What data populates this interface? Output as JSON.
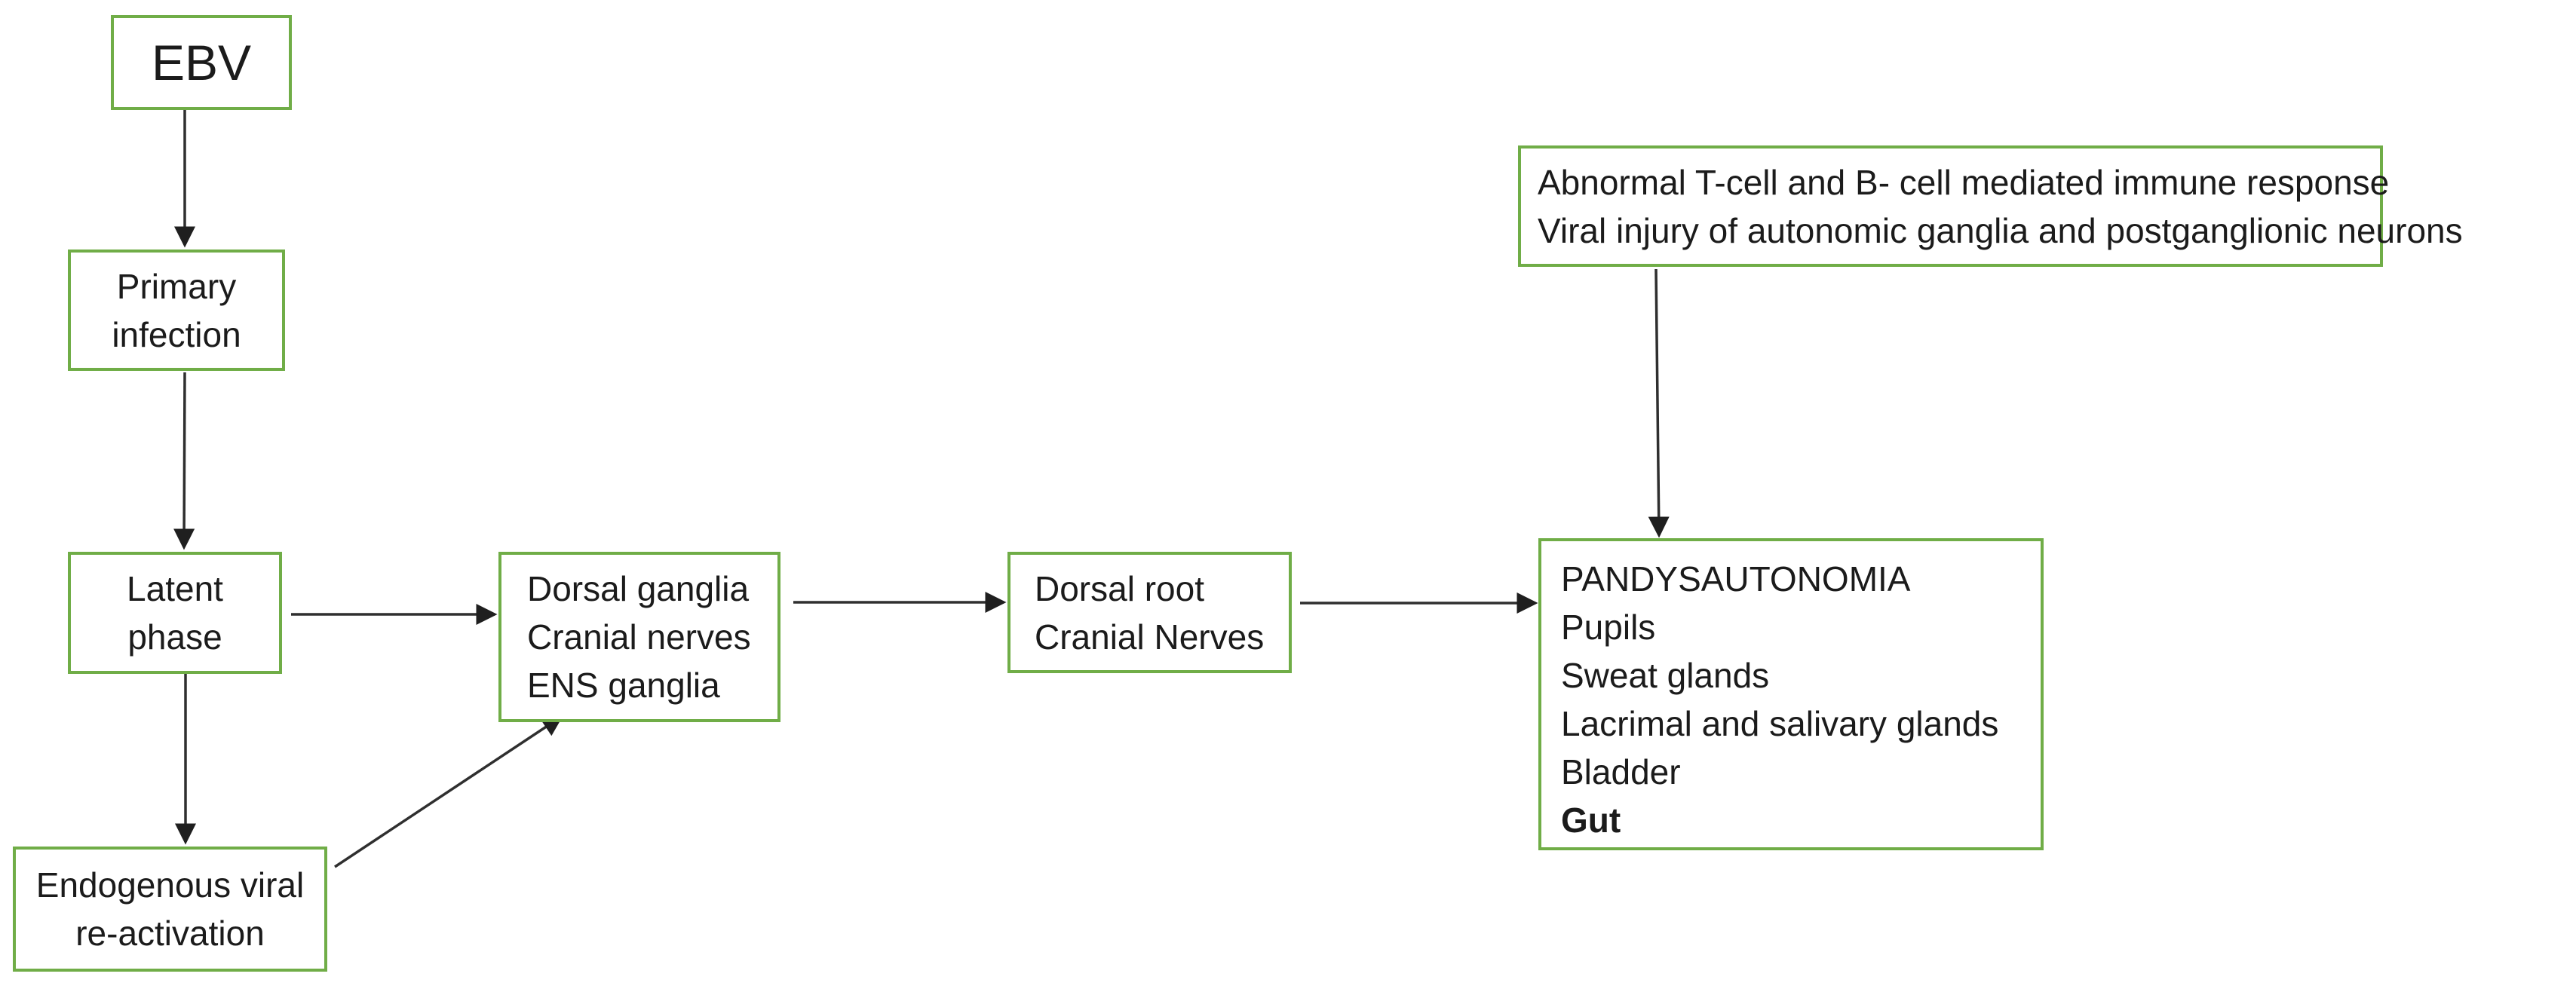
{
  "diagram_title": "EBV to pandysautonomia pathway flowchart",
  "colors": {
    "box_border": "#70ad47",
    "box_fill": "#ffffff",
    "arrow": "#2f2f2f",
    "text": "#1b1b1b",
    "background": "#ffffff"
  },
  "nodes": {
    "ebv": {
      "label": "EBV"
    },
    "primary_infection": {
      "lines": [
        "Primary",
        "infection"
      ]
    },
    "latent_phase": {
      "lines": [
        "Latent",
        "phase"
      ]
    },
    "endogenous_reactivation": {
      "lines": [
        "Endogenous viral",
        "re-activation"
      ]
    },
    "dorsal_ganglia": {
      "lines": [
        "Dorsal ganglia",
        "Cranial nerves",
        "ENS ganglia"
      ]
    },
    "dorsal_root": {
      "lines": [
        "Dorsal root",
        "Cranial Nerves"
      ]
    },
    "pandysautonomia": {
      "lines": [
        "PANDYSAUTONOMIA",
        "Pupils",
        "Sweat glands",
        "Lacrimal and salivary glands",
        "Bladder",
        "Gut"
      ]
    },
    "immune_mechanism": {
      "lines": [
        "Abnormal T-cell and B- cell mediated immune response",
        "Viral injury of autonomic ganglia and postganglionic neurons"
      ]
    }
  },
  "connections": [
    {
      "from": "ebv",
      "to": "primary_infection"
    },
    {
      "from": "primary_infection",
      "to": "latent_phase"
    },
    {
      "from": "latent_phase",
      "to": "endogenous_reactivation"
    },
    {
      "from": "latent_phase",
      "to": "dorsal_ganglia"
    },
    {
      "from": "endogenous_reactivation",
      "to": "dorsal_ganglia"
    },
    {
      "from": "dorsal_ganglia",
      "to": "dorsal_root"
    },
    {
      "from": "dorsal_root",
      "to": "pandysautonomia"
    },
    {
      "from": "immune_mechanism",
      "to": "pandysautonomia"
    }
  ]
}
